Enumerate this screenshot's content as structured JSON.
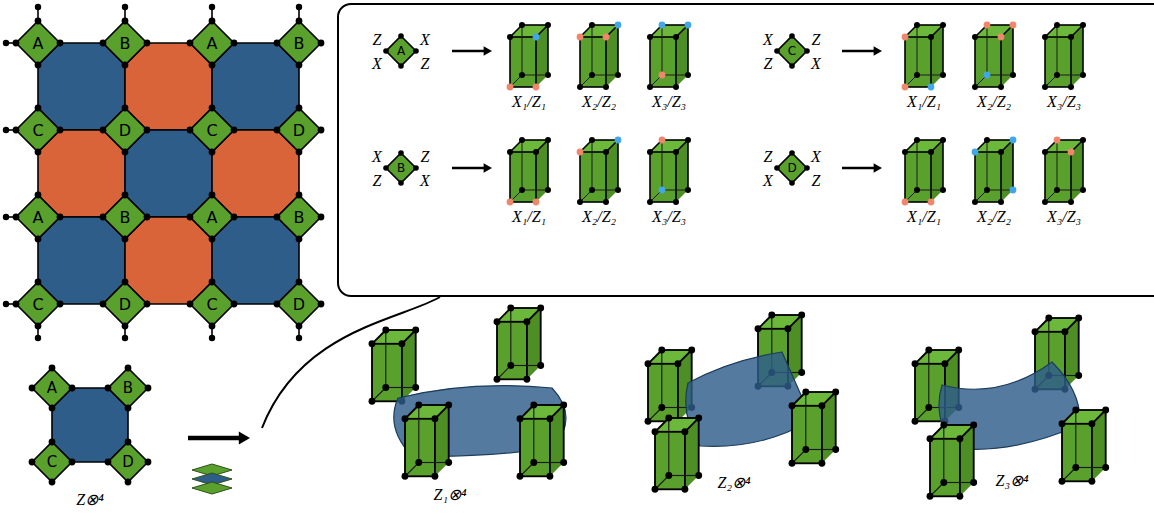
{
  "diagram": {
    "nodes": [
      {
        "text": [
          "A"
        ]
      },
      {
        "text": [
          "B"
        ]
      },
      {
        "text": [
          "A"
        ]
      },
      {
        "text": [
          "B"
        ]
      },
      {
        "text": [
          "C"
        ]
      },
      {
        "text": [
          "D"
        ]
      },
      {
        "text": [
          "C"
        ]
      },
      {
        "text": [
          "D"
        ]
      },
      {
        "text": [
          "A"
        ]
      },
      {
        "text": [
          "B"
        ]
      },
      {
        "text": [
          "A"
        ]
      },
      {
        "text": [
          "B"
        ]
      },
      {
        "text": [
          "C"
        ]
      },
      {
        "text": [
          "D"
        ]
      },
      {
        "text": [
          "C"
        ]
      },
      {
        "text": [
          "D"
        ]
      },
      {
        "text": [
          "A"
        ]
      },
      {
        "text": [
          "C"
        ]
      },
      {
        "text": [
          "B"
        ]
      },
      {
        "text": [
          "D"
        ]
      },
      {
        "text": [
          "A"
        ]
      },
      {
        "text": [
          "B"
        ]
      },
      {
        "text": [
          "C"
        ]
      },
      {
        "text": [
          "D"
        ]
      }
    ],
    "labels": [
      "Z",
      "X",
      "X",
      "Z",
      "X₁/Z₁",
      "X₂/Z₂",
      "X₃/Z₃",
      "X",
      "Z",
      "Z",
      "X",
      "X₁/Z₁",
      "X₂/Z₂",
      "X₃/Z₃",
      "X",
      "Z",
      "Z",
      "X",
      "X₁/Z₁",
      "X₂/Z₂",
      "X₃/Z₃",
      "Z",
      "X",
      "X",
      "Z",
      "X₁/Z₁",
      "X₂/Z₂",
      "X₃/Z₃",
      "Z⊗⁴",
      "Z₁⊗⁴",
      "Z₂⊗⁴",
      "Z₃⊗⁴"
    ]
  }
}
